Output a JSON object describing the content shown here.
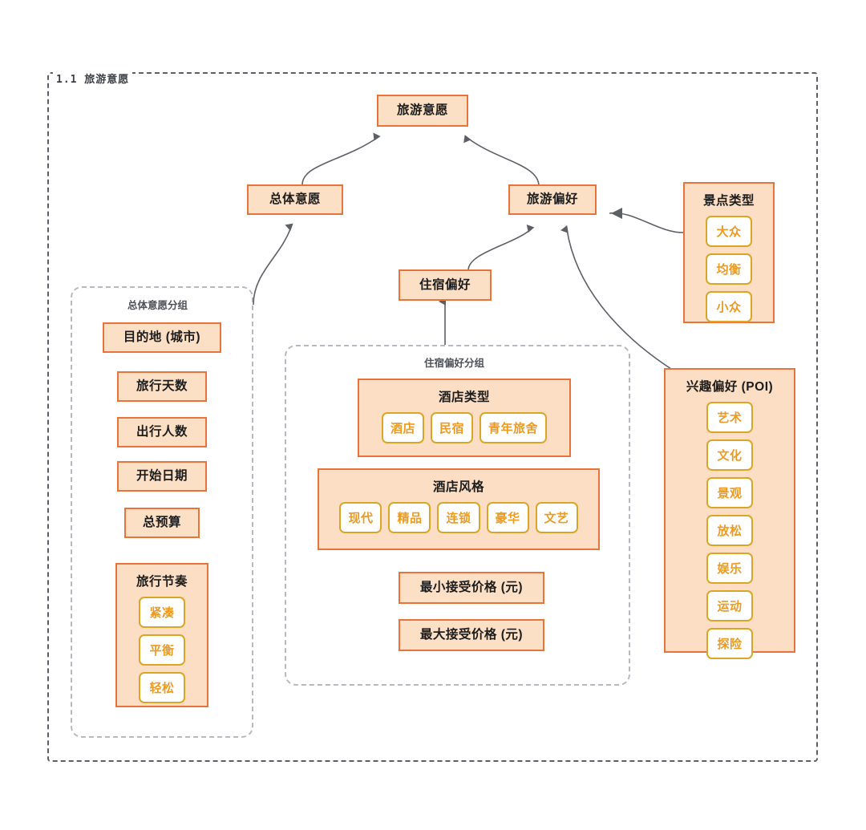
{
  "diagram": {
    "frame_title": "1.1 旅游意愿",
    "colors": {
      "node_fill": "#fbe0c6",
      "node_border": "#e8743b",
      "chip_fill": "#ffffff",
      "chip_border": "#dba526",
      "chip_text": "#ec9a22",
      "group_dash": "#b6bac0",
      "frame_dash": "#5a5f66",
      "edge": "#5c6066"
    },
    "nodes": {
      "root": "旅游意愿",
      "overall_intent": "总体意愿",
      "travel_preference": "旅游偏好",
      "accommodation_preference": "住宿偏好"
    },
    "groups": {
      "overall_intent_group_title": "总体意愿分组",
      "accommodation_group_title": "住宿偏好分组"
    },
    "overall_intent_fields": [
      "目的地 (城市)",
      "旅行天数",
      "出行人数",
      "开始日期",
      "总预算"
    ],
    "travel_pace": {
      "title": "旅行节奏",
      "options": [
        "紧凑",
        "平衡",
        "轻松"
      ]
    },
    "hotel_type": {
      "title": "酒店类型",
      "options": [
        "酒店",
        "民宿",
        "青年旅舍"
      ]
    },
    "hotel_style": {
      "title": "酒店风格",
      "options": [
        "现代",
        "精品",
        "连锁",
        "豪华",
        "文艺"
      ]
    },
    "price_fields": [
      "最小接受价格 (元)",
      "最大接受价格 (元)"
    ],
    "attraction_type": {
      "title": "景点类型",
      "options": [
        "大众",
        "均衡",
        "小众"
      ]
    },
    "interest_poi": {
      "title": "兴趣偏好 (POI)",
      "options": [
        "艺术",
        "文化",
        "景观",
        "放松",
        "娱乐",
        "运动",
        "探险"
      ]
    }
  }
}
